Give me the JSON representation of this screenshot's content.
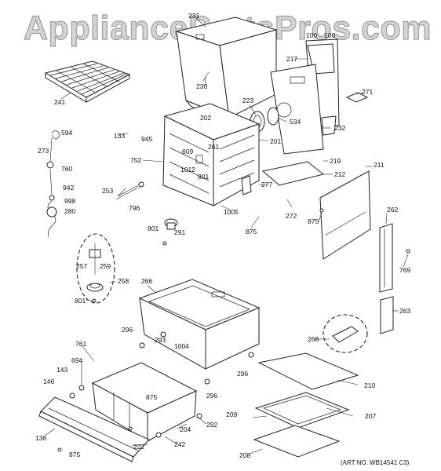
{
  "watermark": "AppliancePartsPros.com",
  "art_number": "(ART NO. WB14541 C3)",
  "labels": [
    {
      "id": "231",
      "text": "231"
    },
    {
      "id": "100a",
      "text": "100"
    },
    {
      "id": "100b",
      "text": "100"
    },
    {
      "id": "217",
      "text": "217"
    },
    {
      "id": "271",
      "text": "271"
    },
    {
      "id": "230",
      "text": "230"
    },
    {
      "id": "241",
      "text": "241"
    },
    {
      "id": "223",
      "text": "223"
    },
    {
      "id": "534",
      "text": "534"
    },
    {
      "id": "232",
      "text": "232"
    },
    {
      "id": "594",
      "text": "594"
    },
    {
      "id": "202",
      "text": "202"
    },
    {
      "id": "133",
      "text": "133"
    },
    {
      "id": "945",
      "text": "945"
    },
    {
      "id": "273",
      "text": "273"
    },
    {
      "id": "609",
      "text": "609"
    },
    {
      "id": "261",
      "text": "261"
    },
    {
      "id": "201",
      "text": "201"
    },
    {
      "id": "219",
      "text": "219"
    },
    {
      "id": "760",
      "text": "760"
    },
    {
      "id": "752",
      "text": "752"
    },
    {
      "id": "1012",
      "text": "1012"
    },
    {
      "id": "212",
      "text": "212"
    },
    {
      "id": "211",
      "text": "211"
    },
    {
      "id": "801a",
      "text": "801"
    },
    {
      "id": "942",
      "text": "942"
    },
    {
      "id": "277",
      "text": "277"
    },
    {
      "id": "253",
      "text": "253"
    },
    {
      "id": "998",
      "text": "998"
    },
    {
      "id": "280",
      "text": "280"
    },
    {
      "id": "796",
      "text": "796"
    },
    {
      "id": "1005",
      "text": "1005"
    },
    {
      "id": "272",
      "text": "272"
    },
    {
      "id": "875a",
      "text": "875"
    },
    {
      "id": "875b",
      "text": "875"
    },
    {
      "id": "262",
      "text": "262"
    },
    {
      "id": "801b",
      "text": "801"
    },
    {
      "id": "291",
      "text": "291"
    },
    {
      "id": "769",
      "text": "769"
    },
    {
      "id": "257",
      "text": "257"
    },
    {
      "id": "259",
      "text": "259"
    },
    {
      "id": "258",
      "text": "258"
    },
    {
      "id": "266",
      "text": "266"
    },
    {
      "id": "801c",
      "text": "801"
    },
    {
      "id": "263",
      "text": "263"
    },
    {
      "id": "296a",
      "text": "296"
    },
    {
      "id": "293",
      "text": "293"
    },
    {
      "id": "1004",
      "text": "1004"
    },
    {
      "id": "268",
      "text": "268"
    },
    {
      "id": "761",
      "text": "761"
    },
    {
      "id": "694",
      "text": "694"
    },
    {
      "id": "143",
      "text": "143"
    },
    {
      "id": "296b",
      "text": "296"
    },
    {
      "id": "296c",
      "text": "296"
    },
    {
      "id": "146",
      "text": "146"
    },
    {
      "id": "210",
      "text": "210"
    },
    {
      "id": "875c",
      "text": "875"
    },
    {
      "id": "209",
      "text": "209"
    },
    {
      "id": "207",
      "text": "207"
    },
    {
      "id": "292",
      "text": "292"
    },
    {
      "id": "204",
      "text": "204"
    },
    {
      "id": "136",
      "text": "136"
    },
    {
      "id": "222",
      "text": "222"
    },
    {
      "id": "242",
      "text": "242"
    },
    {
      "id": "208",
      "text": "208"
    },
    {
      "id": "875d",
      "text": "875"
    }
  ]
}
